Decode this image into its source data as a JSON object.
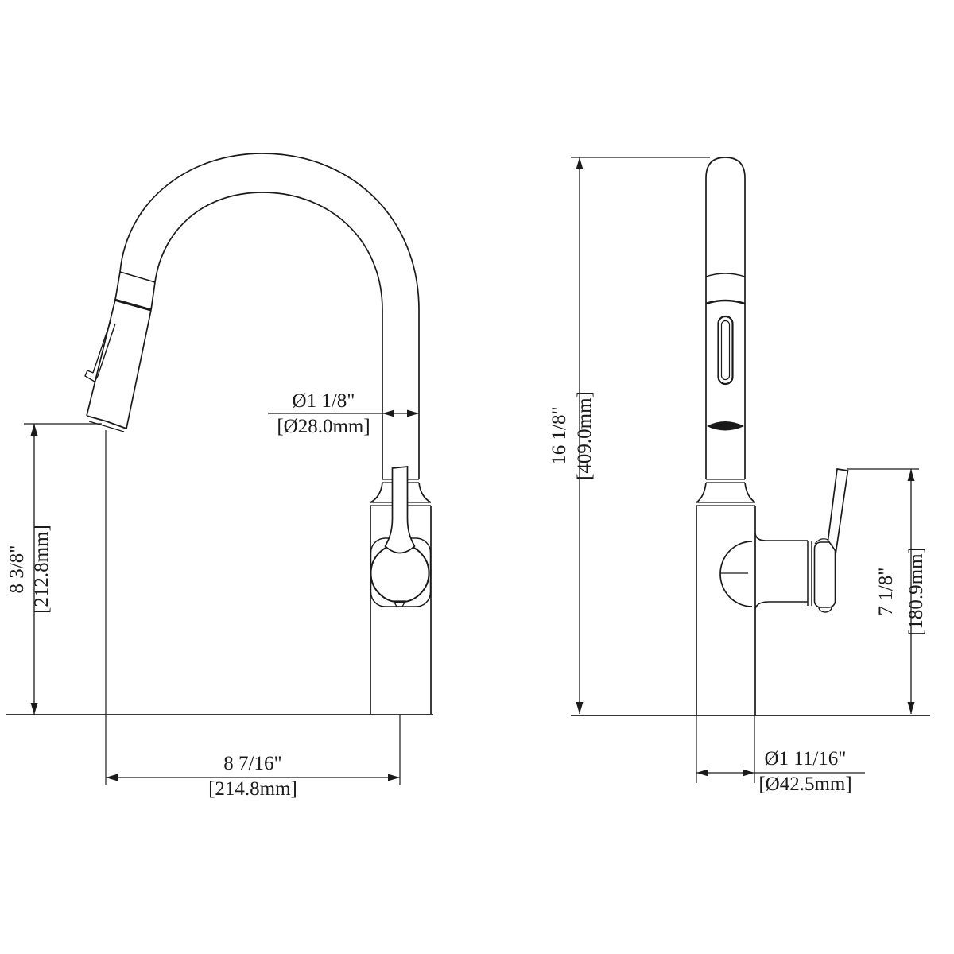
{
  "drawing": {
    "kind": "technical dimension drawing",
    "subject": "pull-down kitchen faucet, side and front views",
    "line_color": "#1a1a1a",
    "background_color": "#ffffff"
  },
  "dimensions": {
    "spout_diameter": {
      "inch": "Ø1 1/8\"",
      "mm": "[Ø28.0mm]"
    },
    "spout_height": {
      "inch": "8 3/8\"",
      "mm": "[212.8mm]"
    },
    "spout_reach": {
      "inch": "8 7/16\"",
      "mm": "[214.8mm]"
    },
    "overall_height": {
      "inch": "16 1/8\"",
      "mm": "[409.0mm]"
    },
    "handle_height": {
      "inch": "7 1/8\"",
      "mm": "[180.9mm]"
    },
    "base_diameter": {
      "inch": "Ø1 11/16\"",
      "mm": "[Ø42.5mm]"
    }
  }
}
